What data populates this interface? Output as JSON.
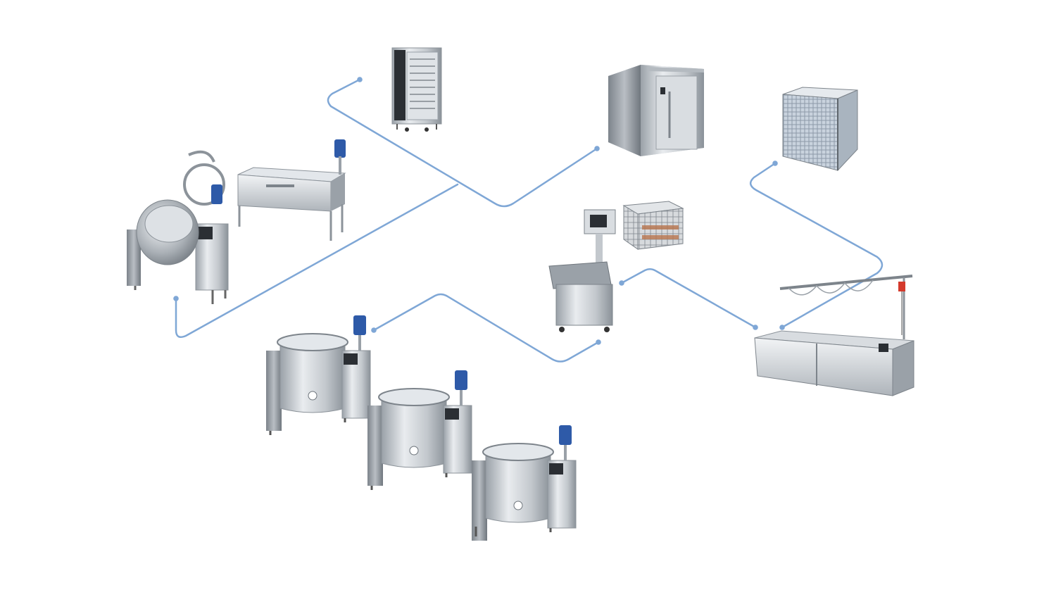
{
  "colors": {
    "connector": "#7fa7d6",
    "steel_light": "#eef0f2",
    "steel_mid": "#c7ccd1",
    "steel_dark": "#8e959c",
    "steel_shadow": "#6e757c",
    "panel_dark": "#2b2f34",
    "control_blue": "#2e5aa8",
    "hoist_red": "#d43a2c",
    "rack_brown": "#b8764e"
  },
  "equipment": [
    {
      "id": "mixing-kettle",
      "icon": "tilting-mixing-kettle-icon"
    },
    {
      "id": "tilting-bratt-pan",
      "icon": "bratt-pan-icon"
    },
    {
      "id": "combi-oven",
      "icon": "combi-oven-icon"
    },
    {
      "id": "blast-chiller",
      "icon": "blast-chiller-icon"
    },
    {
      "id": "cooling-tunnel",
      "icon": "cooling-tower-icon"
    },
    {
      "id": "bag-filling-station",
      "icon": "filling-machine-icon"
    },
    {
      "id": "trolley-rack",
      "icon": "rack-trolley-icon"
    },
    {
      "id": "cook-chill-tank",
      "icon": "tumble-chiller-icon"
    },
    {
      "id": "tilting-kettle-1",
      "icon": "tilting-kettle-icon"
    },
    {
      "id": "tilting-kettle-2",
      "icon": "tilting-kettle-icon"
    },
    {
      "id": "tilting-kettle-3",
      "icon": "tilting-kettle-icon"
    }
  ]
}
